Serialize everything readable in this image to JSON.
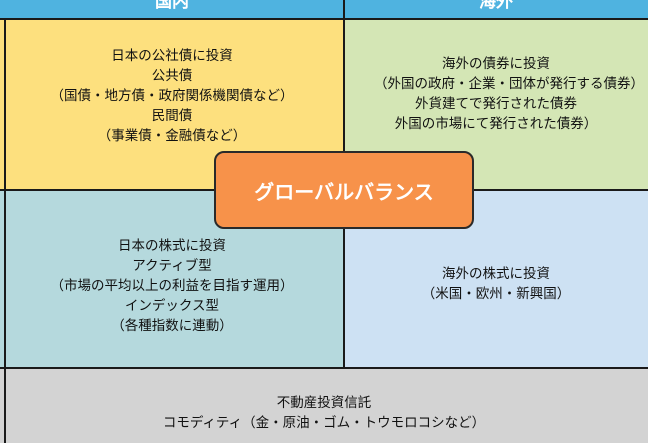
{
  "headers": {
    "domestic": "国内",
    "overseas": "海外"
  },
  "cells": {
    "domestic_bonds": [
      "日本の公社債に投資",
      "公共債",
      "（国債・地方債・政府関係機関債など）",
      "民間債",
      "（事業債・金融債など）"
    ],
    "overseas_bonds": [
      "海外の債券に投資",
      "（外国の政府・企業・団体が発行する債券）",
      "外貨建てで発行された債券",
      "外国の市場にて発行された債券）"
    ],
    "domestic_stocks": [
      "日本の株式に投資",
      "アクティブ型",
      "（市場の平均以上の利益を目指す運用）",
      "インデックス型",
      "（各種指数に連動）"
    ],
    "overseas_stocks": [
      "海外の株式に投資",
      "（米国・欧州・新興国）"
    ],
    "other": [
      "不動産投資信託",
      "コモディティ（金・原油・ゴム・トウモロコシなど）"
    ]
  },
  "center": {
    "label": "グローバルバランス"
  },
  "colors": {
    "header": "#4fb3e0",
    "domestic_bonds": "#fde07e",
    "overseas_bonds": "#d4e6b5",
    "domestic_stocks": "#b5d9dd",
    "overseas_stocks": "#cde1f3",
    "other": "#d3d3d3",
    "center": "#f7924a"
  }
}
